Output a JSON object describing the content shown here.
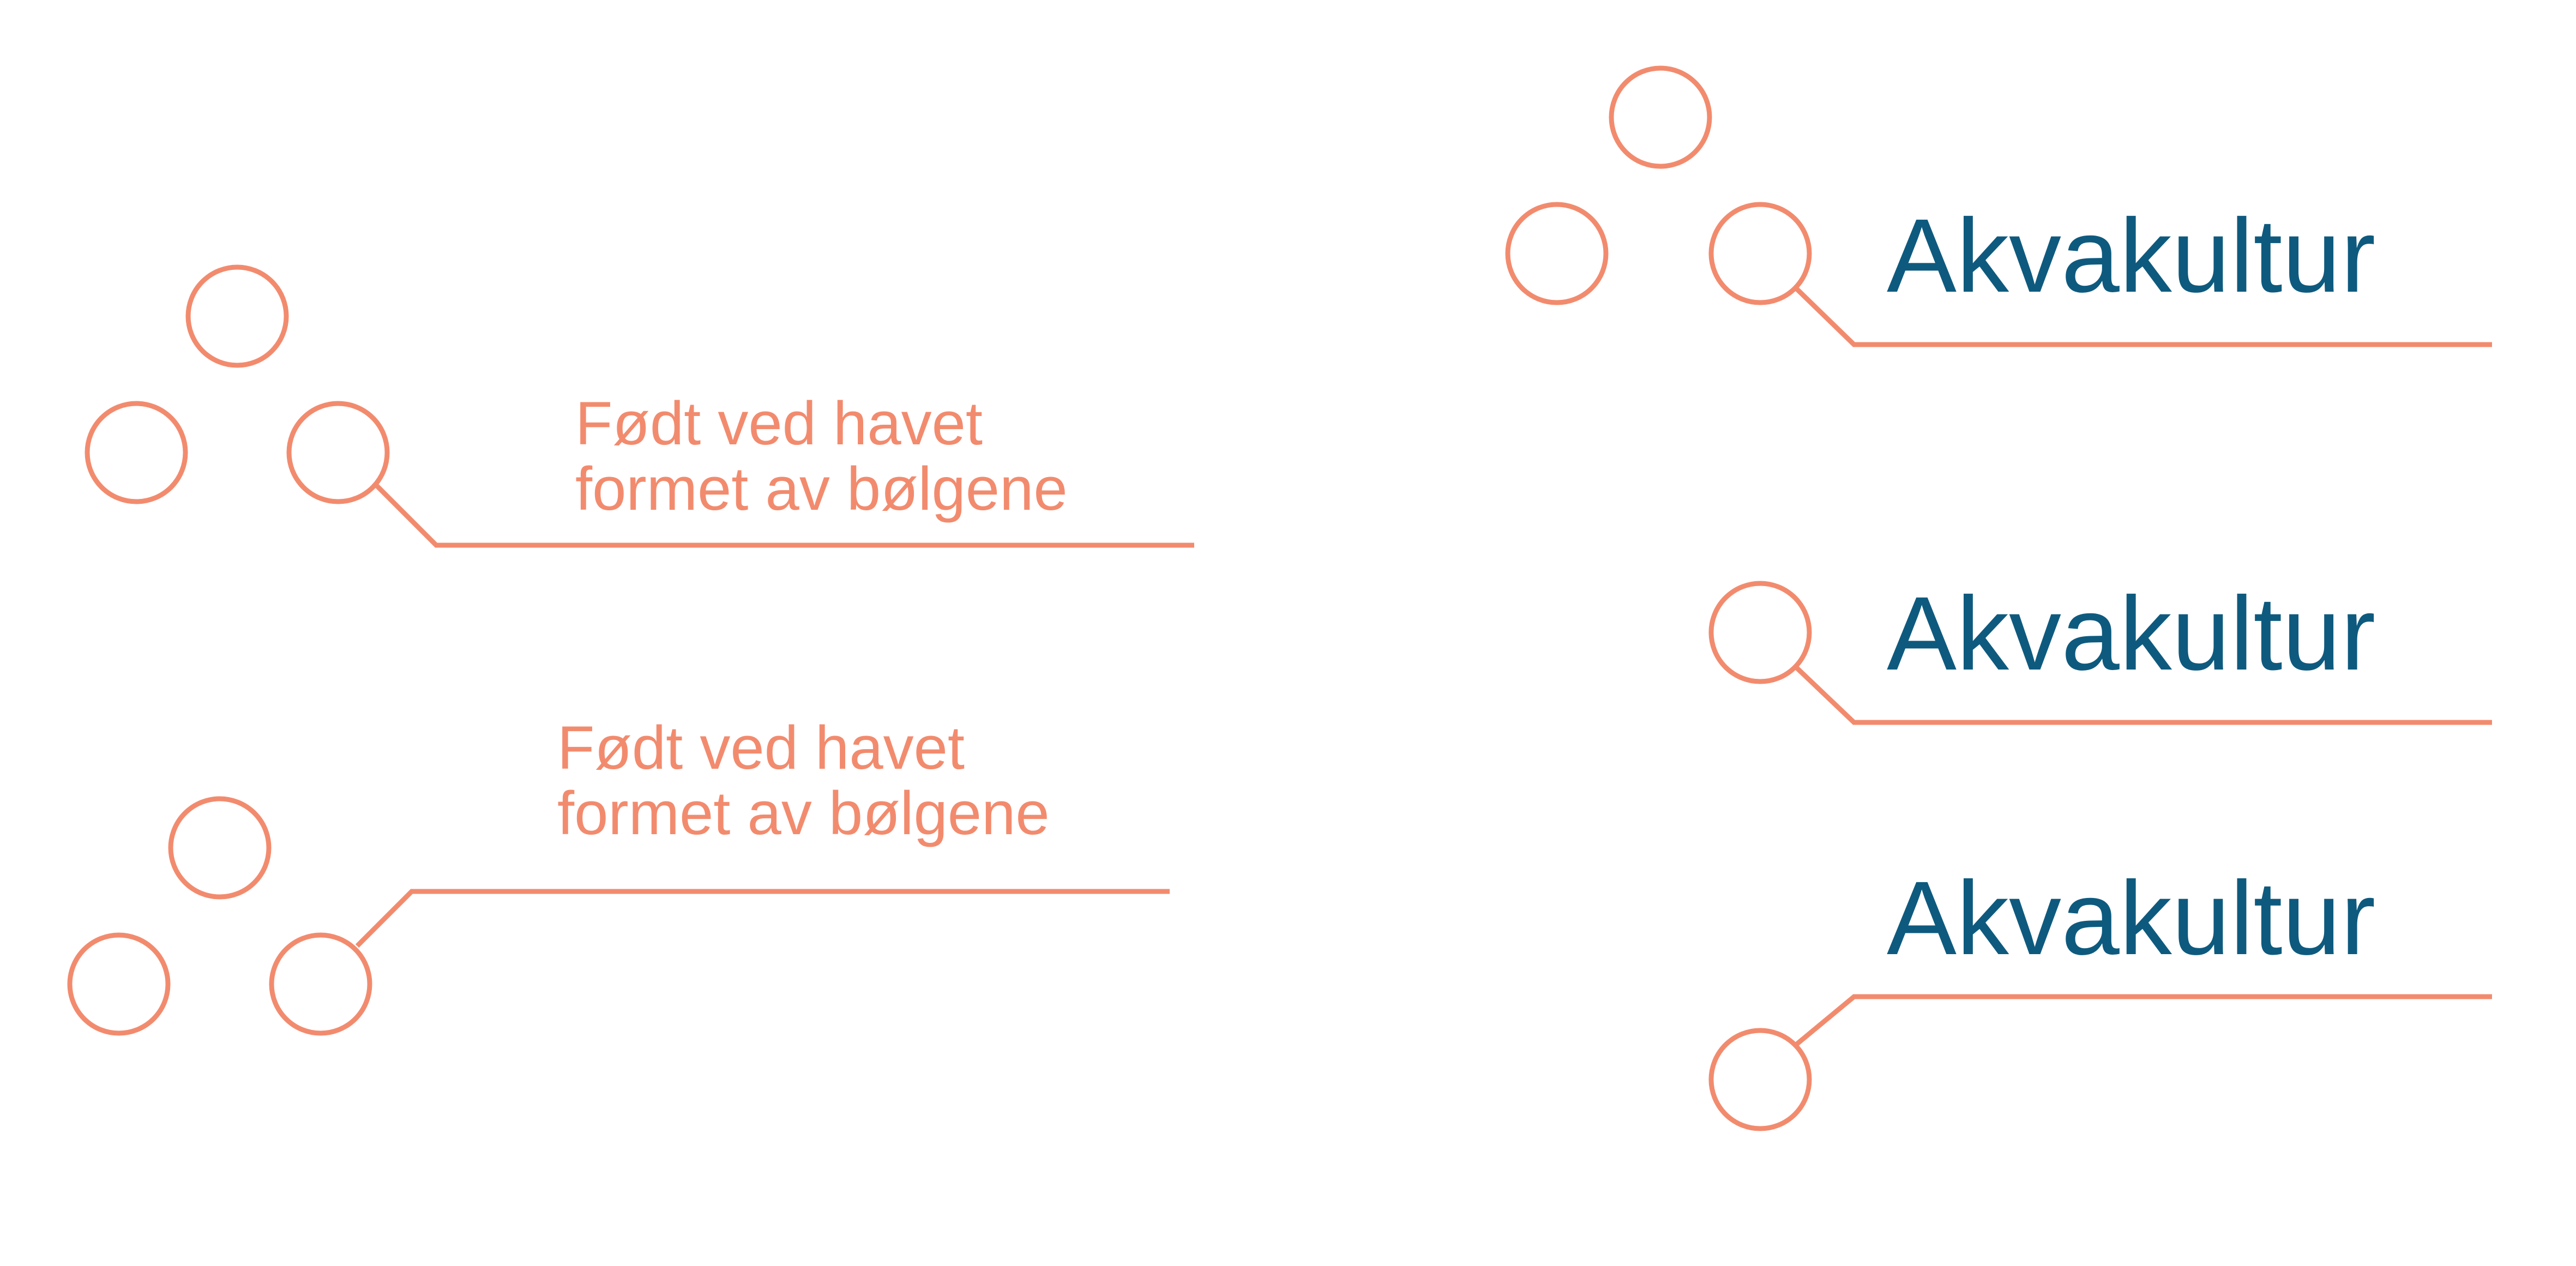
{
  "colors": {
    "accent": "#f28b6e",
    "text_primary": "#0e5a7e",
    "background": "#ffffff"
  },
  "lockups": [
    {
      "id": "tagline-top",
      "kind": "tagline",
      "dots": 3,
      "leader": "down",
      "lines": [
        "Født ved havet",
        "formet av bølgene"
      ]
    },
    {
      "id": "tagline-bottom",
      "kind": "tagline",
      "dots": 3,
      "leader": "up",
      "lines": [
        "Født ved havet",
        "formet av bølgene"
      ]
    },
    {
      "id": "wordmark-three-dots",
      "kind": "wordmark",
      "dots": 3,
      "leader": "down",
      "lines": [
        "Akvakultur"
      ]
    },
    {
      "id": "wordmark-one-dot-down",
      "kind": "wordmark",
      "dots": 1,
      "leader": "down",
      "lines": [
        "Akvakultur"
      ]
    },
    {
      "id": "wordmark-one-dot-up",
      "kind": "wordmark",
      "dots": 1,
      "leader": "up",
      "lines": [
        "Akvakultur"
      ]
    }
  ]
}
